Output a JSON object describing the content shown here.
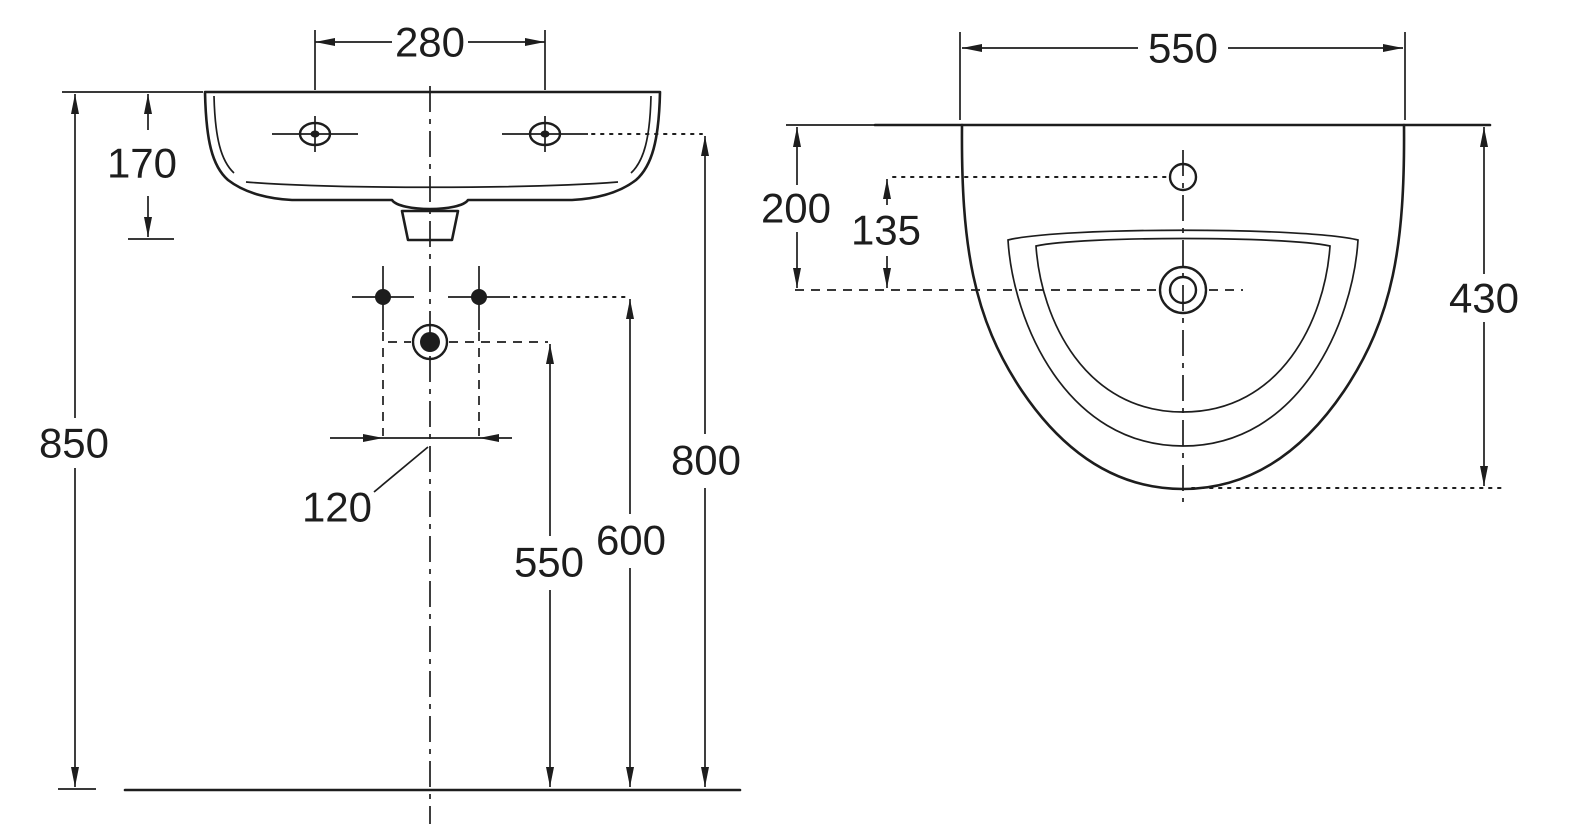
{
  "colors": {
    "line": "#1d1d1d",
    "background": "#ffffff"
  },
  "front_view": {
    "dim_hole_spacing": "280",
    "dim_basin_height": "170",
    "dim_rim_to_floor": "850",
    "dim_supply_spacing": "120",
    "dim_drain_outlet_height": "550",
    "dim_supply_height": "600",
    "dim_hole_height": "800"
  },
  "top_view": {
    "dim_overall_width": "550",
    "dim_wall_to_drain": "200",
    "dim_tap_to_drain": "135",
    "dim_overall_depth": "430"
  }
}
